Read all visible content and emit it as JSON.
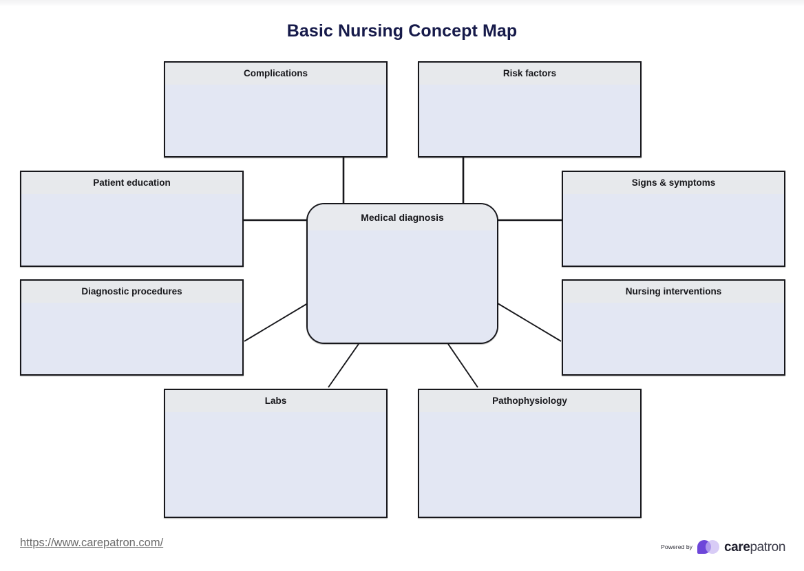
{
  "page": {
    "title": "Basic Nursing Concept Map",
    "title_color": "#161a4a",
    "background": "#ffffff"
  },
  "theme": {
    "node_border": "#17171b",
    "node_header_fill": "#e7e9ec",
    "node_body_fill": "#e3e7f3",
    "link_color": "#17171b",
    "brand_purple": "#6d46d9",
    "brand_purple_light": "#c9b9f2"
  },
  "center_node": {
    "label": "Medical diagnosis",
    "shape": "rounded-rectangle"
  },
  "nodes": [
    {
      "id": "complications",
      "label": "Complications",
      "position": "top-left"
    },
    {
      "id": "risk-factors",
      "label": "Risk factors",
      "position": "top-right"
    },
    {
      "id": "patient-education",
      "label": "Patient education",
      "position": "left-upper"
    },
    {
      "id": "signs-symptoms",
      "label": "Signs & symptoms",
      "position": "right-upper"
    },
    {
      "id": "diagnostic-procedures",
      "label": "Diagnostic procedures",
      "position": "left-lower"
    },
    {
      "id": "nursing-interventions",
      "label": "Nursing interventions",
      "position": "right-lower"
    },
    {
      "id": "labs",
      "label": "Labs",
      "position": "bottom-left"
    },
    {
      "id": "pathophysiology",
      "label": "Pathophysiology",
      "position": "bottom-right"
    }
  ],
  "links": [
    {
      "from": "complications",
      "to": "medical-diagnosis",
      "style": "straight-vertical"
    },
    {
      "from": "risk-factors",
      "to": "medical-diagnosis",
      "style": "straight-vertical"
    },
    {
      "from": "patient-education",
      "to": "medical-diagnosis",
      "style": "straight-horizontal"
    },
    {
      "from": "signs-symptoms",
      "to": "medical-diagnosis",
      "style": "straight-horizontal"
    },
    {
      "from": "diagnostic-procedures",
      "to": "medical-diagnosis",
      "style": "diagonal"
    },
    {
      "from": "nursing-interventions",
      "to": "medical-diagnosis",
      "style": "diagonal"
    },
    {
      "from": "labs",
      "to": "medical-diagnosis",
      "style": "diagonal"
    },
    {
      "from": "pathophysiology",
      "to": "medical-diagnosis",
      "style": "diagonal"
    }
  ],
  "footer": {
    "url": "https://www.carepatron.com/",
    "powered_by": "Powered by",
    "brand_bold": "care",
    "brand_light": "patron"
  }
}
